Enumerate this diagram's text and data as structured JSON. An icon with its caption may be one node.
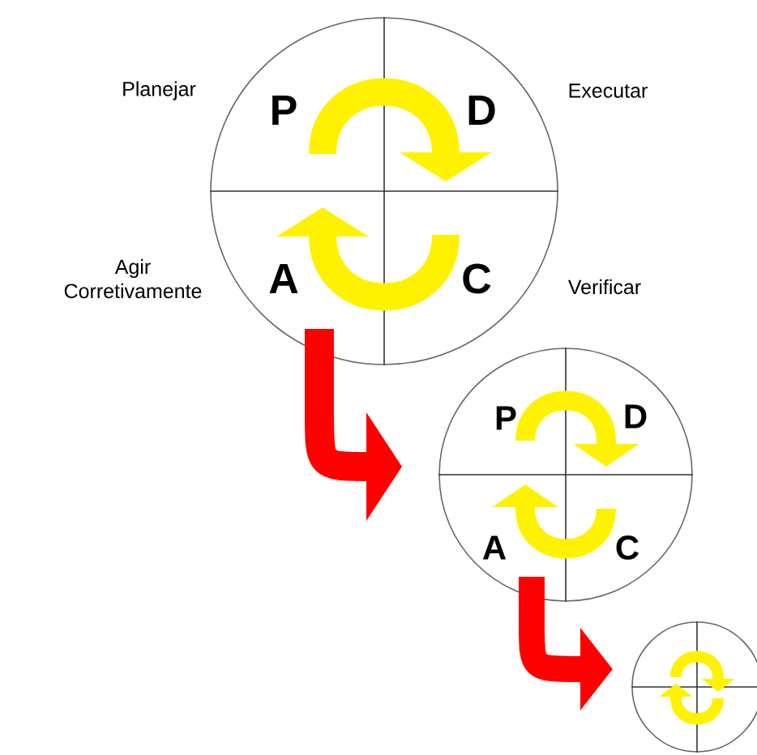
{
  "diagram": {
    "nodes": [
      {
        "text": [],
        "shape": "circle"
      },
      {
        "text": [
          "P"
        ],
        "in": 0,
        "beside": [
          "Planejar"
        ]
      },
      {
        "text": [
          "D"
        ],
        "in": 0,
        "beside": [
          "Executar"
        ]
      },
      {
        "text": [
          "A"
        ],
        "in": 0,
        "beside": [
          "Agir Corretivamente"
        ]
      },
      {
        "text": [
          "C"
        ],
        "in": 0,
        "beside": [
          "Verificar"
        ]
      },
      {
        "text": [],
        "shape": "circle"
      },
      {
        "text": [
          "P"
        ],
        "in": 5
      },
      {
        "text": [
          "D"
        ],
        "in": 5
      },
      {
        "text": [
          "A"
        ],
        "in": 5
      },
      {
        "text": [
          "C"
        ],
        "in": 5
      },
      {
        "text": [],
        "shape": "circle"
      }
    ],
    "edges": [
      {
        "from": 1,
        "to": 2,
        "arrow": "to"
      },
      {
        "from": 4,
        "to": 3,
        "arrow": "to"
      },
      {
        "from": 6,
        "to": 7,
        "arrow": "to"
      },
      {
        "from": 9,
        "to": 8,
        "arrow": "to"
      },
      {
        "from": 0,
        "to": 5,
        "arrow": "to",
        "color": "#ff0000"
      },
      {
        "from": 5,
        "to": 10,
        "arrow": "to",
        "color": "#ff0000"
      }
    ]
  }
}
